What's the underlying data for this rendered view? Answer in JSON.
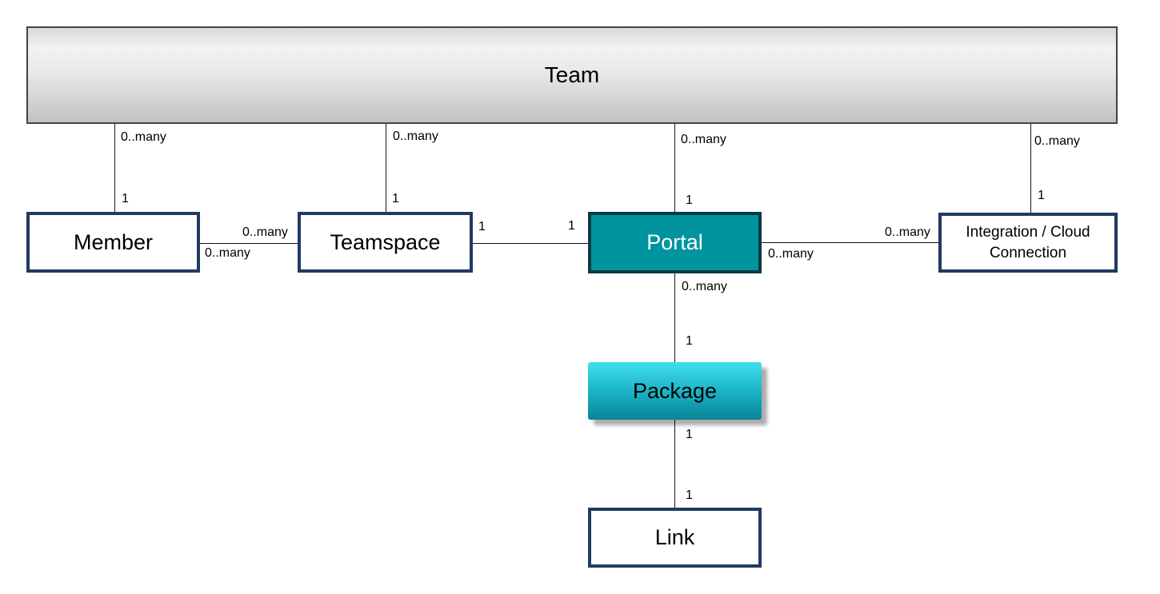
{
  "nodes": {
    "team": {
      "label": "Team"
    },
    "member": {
      "label": "Member"
    },
    "teamspace": {
      "label": "Teamspace"
    },
    "portal": {
      "label": "Portal"
    },
    "integration": {
      "label": "Integration / Cloud Connection"
    },
    "package": {
      "label": "Package"
    },
    "link": {
      "label": "Link"
    }
  },
  "edges": {
    "team_member": {
      "from": "Team",
      "to": "Member",
      "from_card": "0..many",
      "to_card": "1"
    },
    "team_teamspace": {
      "from": "Team",
      "to": "Teamspace",
      "from_card": "0..many",
      "to_card": "1"
    },
    "team_portal": {
      "from": "Team",
      "to": "Portal",
      "from_card": "0..many",
      "to_card": "1"
    },
    "team_integration": {
      "from": "Team",
      "to": "Integration / Cloud Connection",
      "from_card": "0..many",
      "to_card": "1"
    },
    "member_teamspace": {
      "from": "Member",
      "to": "Teamspace",
      "from_card": "0..many",
      "to_card": "0..many"
    },
    "teamspace_portal": {
      "from": "Teamspace",
      "to": "Portal",
      "from_card": "1",
      "to_card": "1"
    },
    "portal_integration": {
      "from": "Portal",
      "to": "Integration / Cloud Connection",
      "from_card": "0..many",
      "to_card": "0..many"
    },
    "portal_package": {
      "from": "Portal",
      "to": "Package",
      "from_card": "0..many",
      "to_card": "1"
    },
    "package_link": {
      "from": "Package",
      "to": "Link",
      "from_card": "1",
      "to_card": "1"
    }
  },
  "colors": {
    "background": "#ffffff",
    "navy_border": "#203a62",
    "portal_fill": "#00949f",
    "portal_border": "#0c3a41",
    "package_gradient_top": "#41dfee",
    "package_gradient_bottom": "#0a8494",
    "team_gradient_top": "#f2f2f2",
    "team_gradient_bottom": "#c2c2c2",
    "connector_line": "#141414",
    "text_dark": "#000000",
    "text_light": "#ffffff"
  }
}
